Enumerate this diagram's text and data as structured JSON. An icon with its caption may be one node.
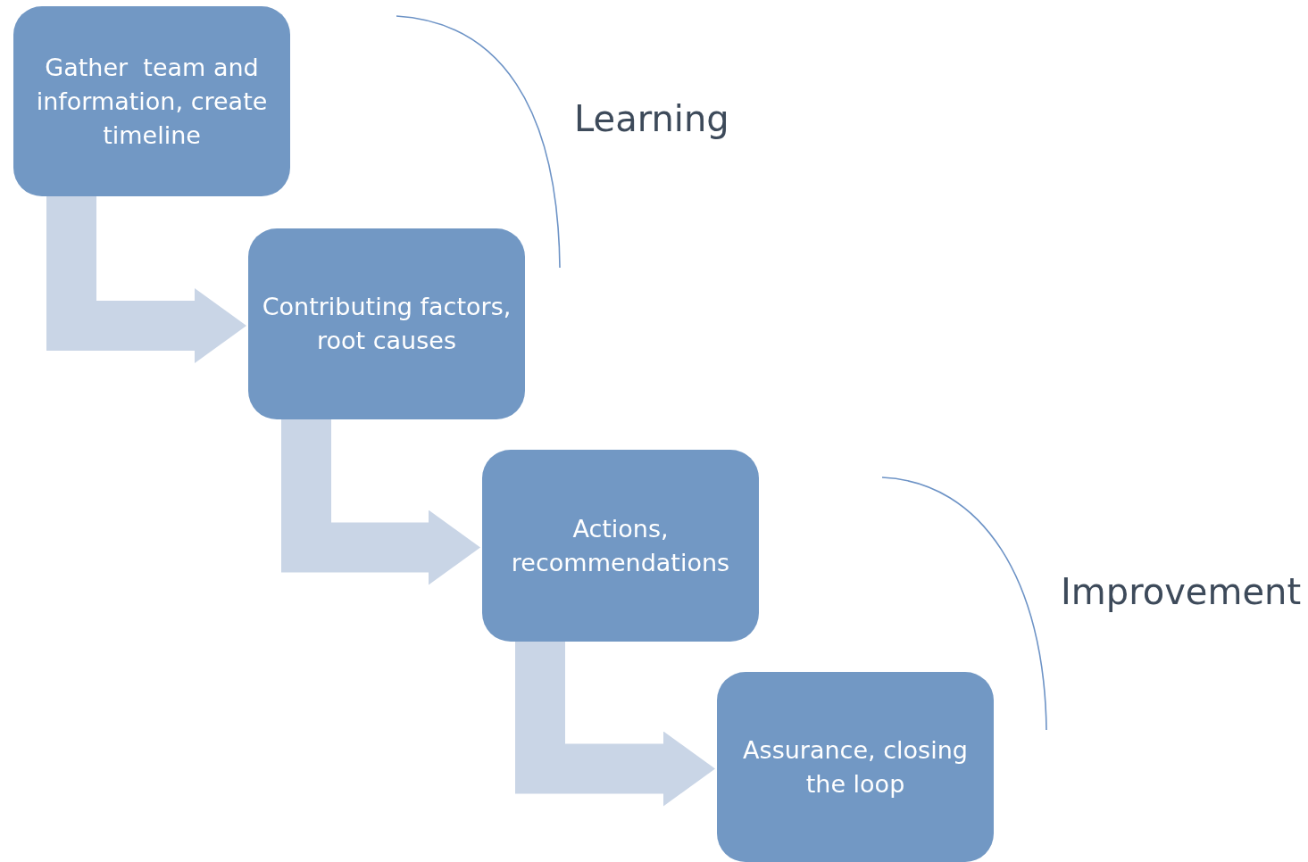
{
  "diagram": {
    "nodes": [
      {
        "text": [
          "Gather  team and information, create timeline"
        ]
      },
      {
        "text": [
          "Contributing factors, root causes"
        ]
      },
      {
        "text": [
          "Actions, recommendations"
        ]
      },
      {
        "text": [
          "Assurance, closing the loop"
        ]
      }
    ],
    "edges": [
      {
        "from": 0,
        "to": 1,
        "arrow": "to"
      },
      {
        "from": 1,
        "to": 2,
        "arrow": "to"
      },
      {
        "from": 2,
        "to": 3,
        "arrow": "to"
      }
    ],
    "labels": [
      "Learning",
      "Improvement"
    ]
  }
}
